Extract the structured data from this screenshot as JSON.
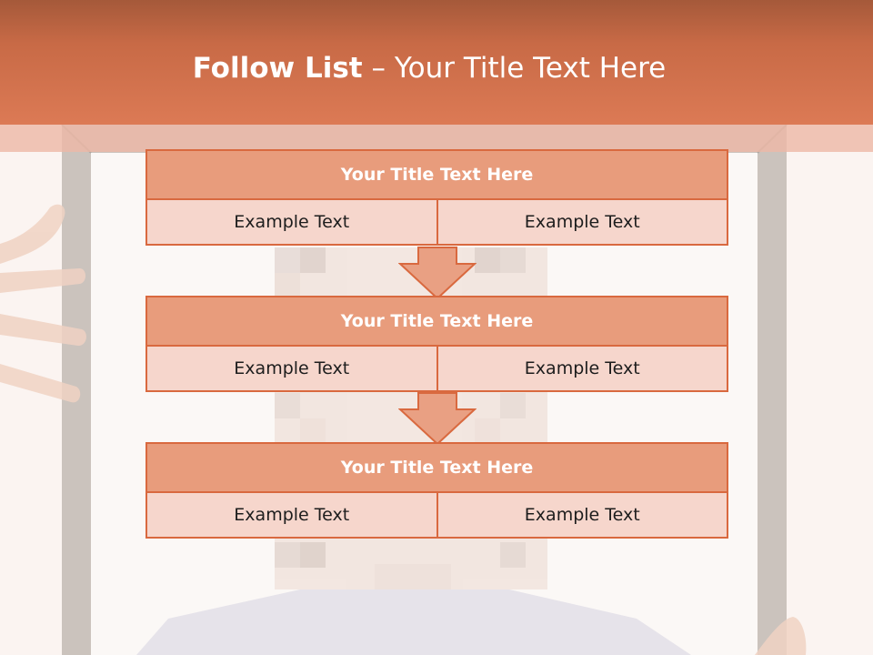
{
  "slide": {
    "title_bold": "Follow List",
    "title_rest": " – Your Title Text Here"
  },
  "steps": [
    {
      "title": "Your Title Text Here",
      "left": "Example Text",
      "right": "Example Text"
    },
    {
      "title": "Your Title Text Here",
      "left": "Example Text",
      "right": "Example Text"
    },
    {
      "title": "Your Title Text Here",
      "left": "Example Text",
      "right": "Example Text"
    }
  ],
  "colors": {
    "accent": "#d9693f",
    "box_title_fill": "#e89c7c",
    "box_cell_fill": "#f6d6cc",
    "header_top": "#a5593a",
    "header_bottom": "#dc7a55"
  },
  "icons": [
    "down-arrow-icon"
  ]
}
